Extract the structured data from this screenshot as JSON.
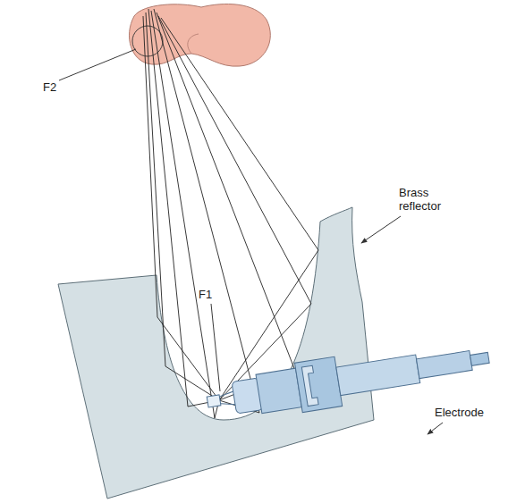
{
  "diagram": {
    "labels": [
      "F2",
      "Brass reflector",
      "F1",
      "Electrode"
    ]
  }
}
